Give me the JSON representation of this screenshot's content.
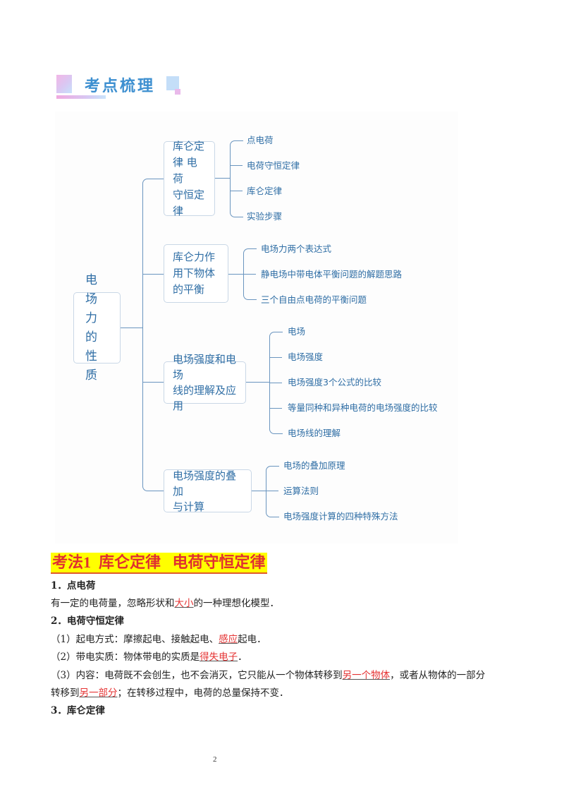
{
  "banner": {
    "title": "考点梳理"
  },
  "mindmap": {
    "root": {
      "lines": [
        "电场",
        "力的",
        "性质"
      ]
    },
    "branches": [
      {
        "lines": [
          "库仑定",
          "律 电荷",
          "守恒定",
          "律"
        ],
        "children": [
          "点电荷",
          "电荷守恒定律",
          "库仑定律",
          "实验步骤"
        ]
      },
      {
        "lines": [
          "库仑力作",
          "用下物体",
          "的平衡"
        ],
        "children": [
          "电场力两个表达式",
          "静电场中带电体平衡问题的解题思路",
          "三个自由点电荷的平衡问题"
        ]
      },
      {
        "lines": [
          "电场强度和电场",
          "线的理解及应用"
        ],
        "children": [
          "电场",
          "电场强度",
          "电场强度3个公式的比较",
          "等量同种和异种电荷的电场强度的比较",
          "电场线的理解"
        ]
      },
      {
        "lines": [
          "电场强度的叠加",
          "与计算"
        ],
        "children": [
          "电场的叠加原理",
          "运算法则",
          "电场强度计算的四种特殊方法"
        ]
      }
    ]
  },
  "section": {
    "heading": "考法1  库仑定律   电荷守恒定律",
    "items": {
      "h1": "1．点电荷",
      "p1_a": "有一定的电荷量，忽略形状和",
      "p1_red": "大小",
      "p1_b": "的一种理想化模型．",
      "h2": "2．电荷守恒定律",
      "p2_a": "（1）起电方式：摩擦起电、接触起电、",
      "p2_red": "感应",
      "p2_b": "起电．",
      "p3_a": "（2）带电实质：物体带电的实质是",
      "p3_red": "得失电子",
      "p3_b": "．",
      "p4_a": "（3）内容：电荷既不会创生，也不会消灭，它只能从一个物体转移到",
      "p4_red": "另一个物体",
      "p4_b": "，或者从物体的一部分",
      "p5_a": "转移到",
      "p5_red": "另一部分",
      "p5_b": "；在转移过程中，电荷的总量保持不变．",
      "h3": "3．库仑定律"
    }
  },
  "footer": {
    "page_number": "2"
  }
}
